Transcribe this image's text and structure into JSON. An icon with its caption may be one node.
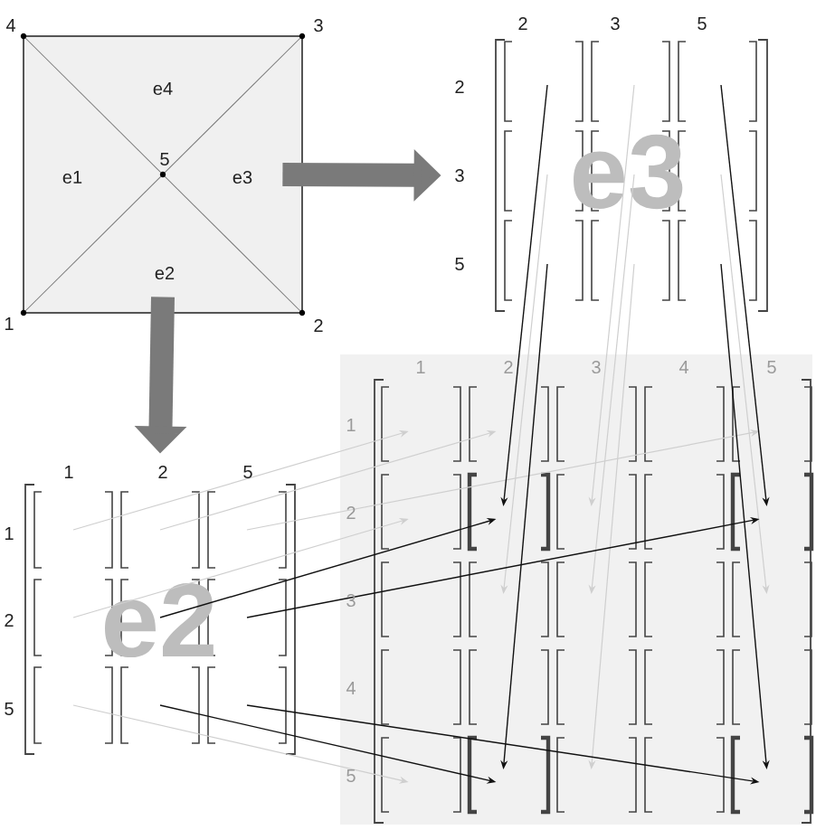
{
  "diagram": {
    "nodes": [
      {
        "text": [],
        "shape": "box"
      },
      {
        "text": [
          "e3"
        ]
      },
      {
        "text": [
          "e2"
        ]
      },
      {
        "text": [],
        "shape": "bracket"
      }
    ],
    "edges": [
      {
        "from": 0,
        "to": 1,
        "arrow": "to",
        "style": "thick",
        "color": "#7a7a7a"
      },
      {
        "from": 0,
        "to": 2,
        "arrow": "to",
        "style": "thick",
        "color": "#7a7a7a"
      },
      {
        "from": 1,
        "to": 3,
        "arrow": "to"
      },
      {
        "from": 1,
        "to": 3,
        "arrow": "to"
      },
      {
        "from": 1,
        "to": 3,
        "arrow": "to"
      },
      {
        "from": 1,
        "to": 3,
        "arrow": "to"
      },
      {
        "from": 1,
        "to": 3,
        "arrow": "to"
      },
      {
        "from": 2,
        "to": 3,
        "arrow": "to"
      },
      {
        "from": 2,
        "to": 3,
        "arrow": "to"
      },
      {
        "from": 2,
        "to": 3,
        "arrow": "to"
      },
      {
        "from": 2,
        "to": 3,
        "arrow": "to"
      },
      {
        "from": 2,
        "to": 3,
        "arrow": "to"
      },
      {
        "from": 1,
        "to": 3,
        "arrow": "to",
        "color": "#111111"
      },
      {
        "from": 1,
        "to": 3,
        "arrow": "to",
        "color": "#111111"
      },
      {
        "from": 1,
        "to": 3,
        "arrow": "to",
        "color": "#111111"
      },
      {
        "from": 1,
        "to": 3,
        "arrow": "to",
        "color": "#111111"
      },
      {
        "from": 2,
        "to": 3,
        "arrow": "to",
        "color": "#111111"
      },
      {
        "from": 2,
        "to": 3,
        "arrow": "to",
        "color": "#111111"
      },
      {
        "from": 2,
        "to": 3,
        "arrow": "to",
        "color": "#111111"
      },
      {
        "from": 2,
        "to": 3,
        "arrow": "to",
        "color": "#111111"
      }
    ],
    "labels": [
      "4",
      "3",
      "e4",
      "5",
      "e1",
      "e3",
      "e2",
      "1",
      "2",
      "2",
      "3",
      "5",
      "2",
      "3",
      "5",
      "1",
      "2",
      "3",
      "4",
      "5",
      "1",
      "2",
      "3",
      "4",
      "5",
      "1",
      "2",
      "5",
      "1",
      "2",
      "5"
    ]
  }
}
